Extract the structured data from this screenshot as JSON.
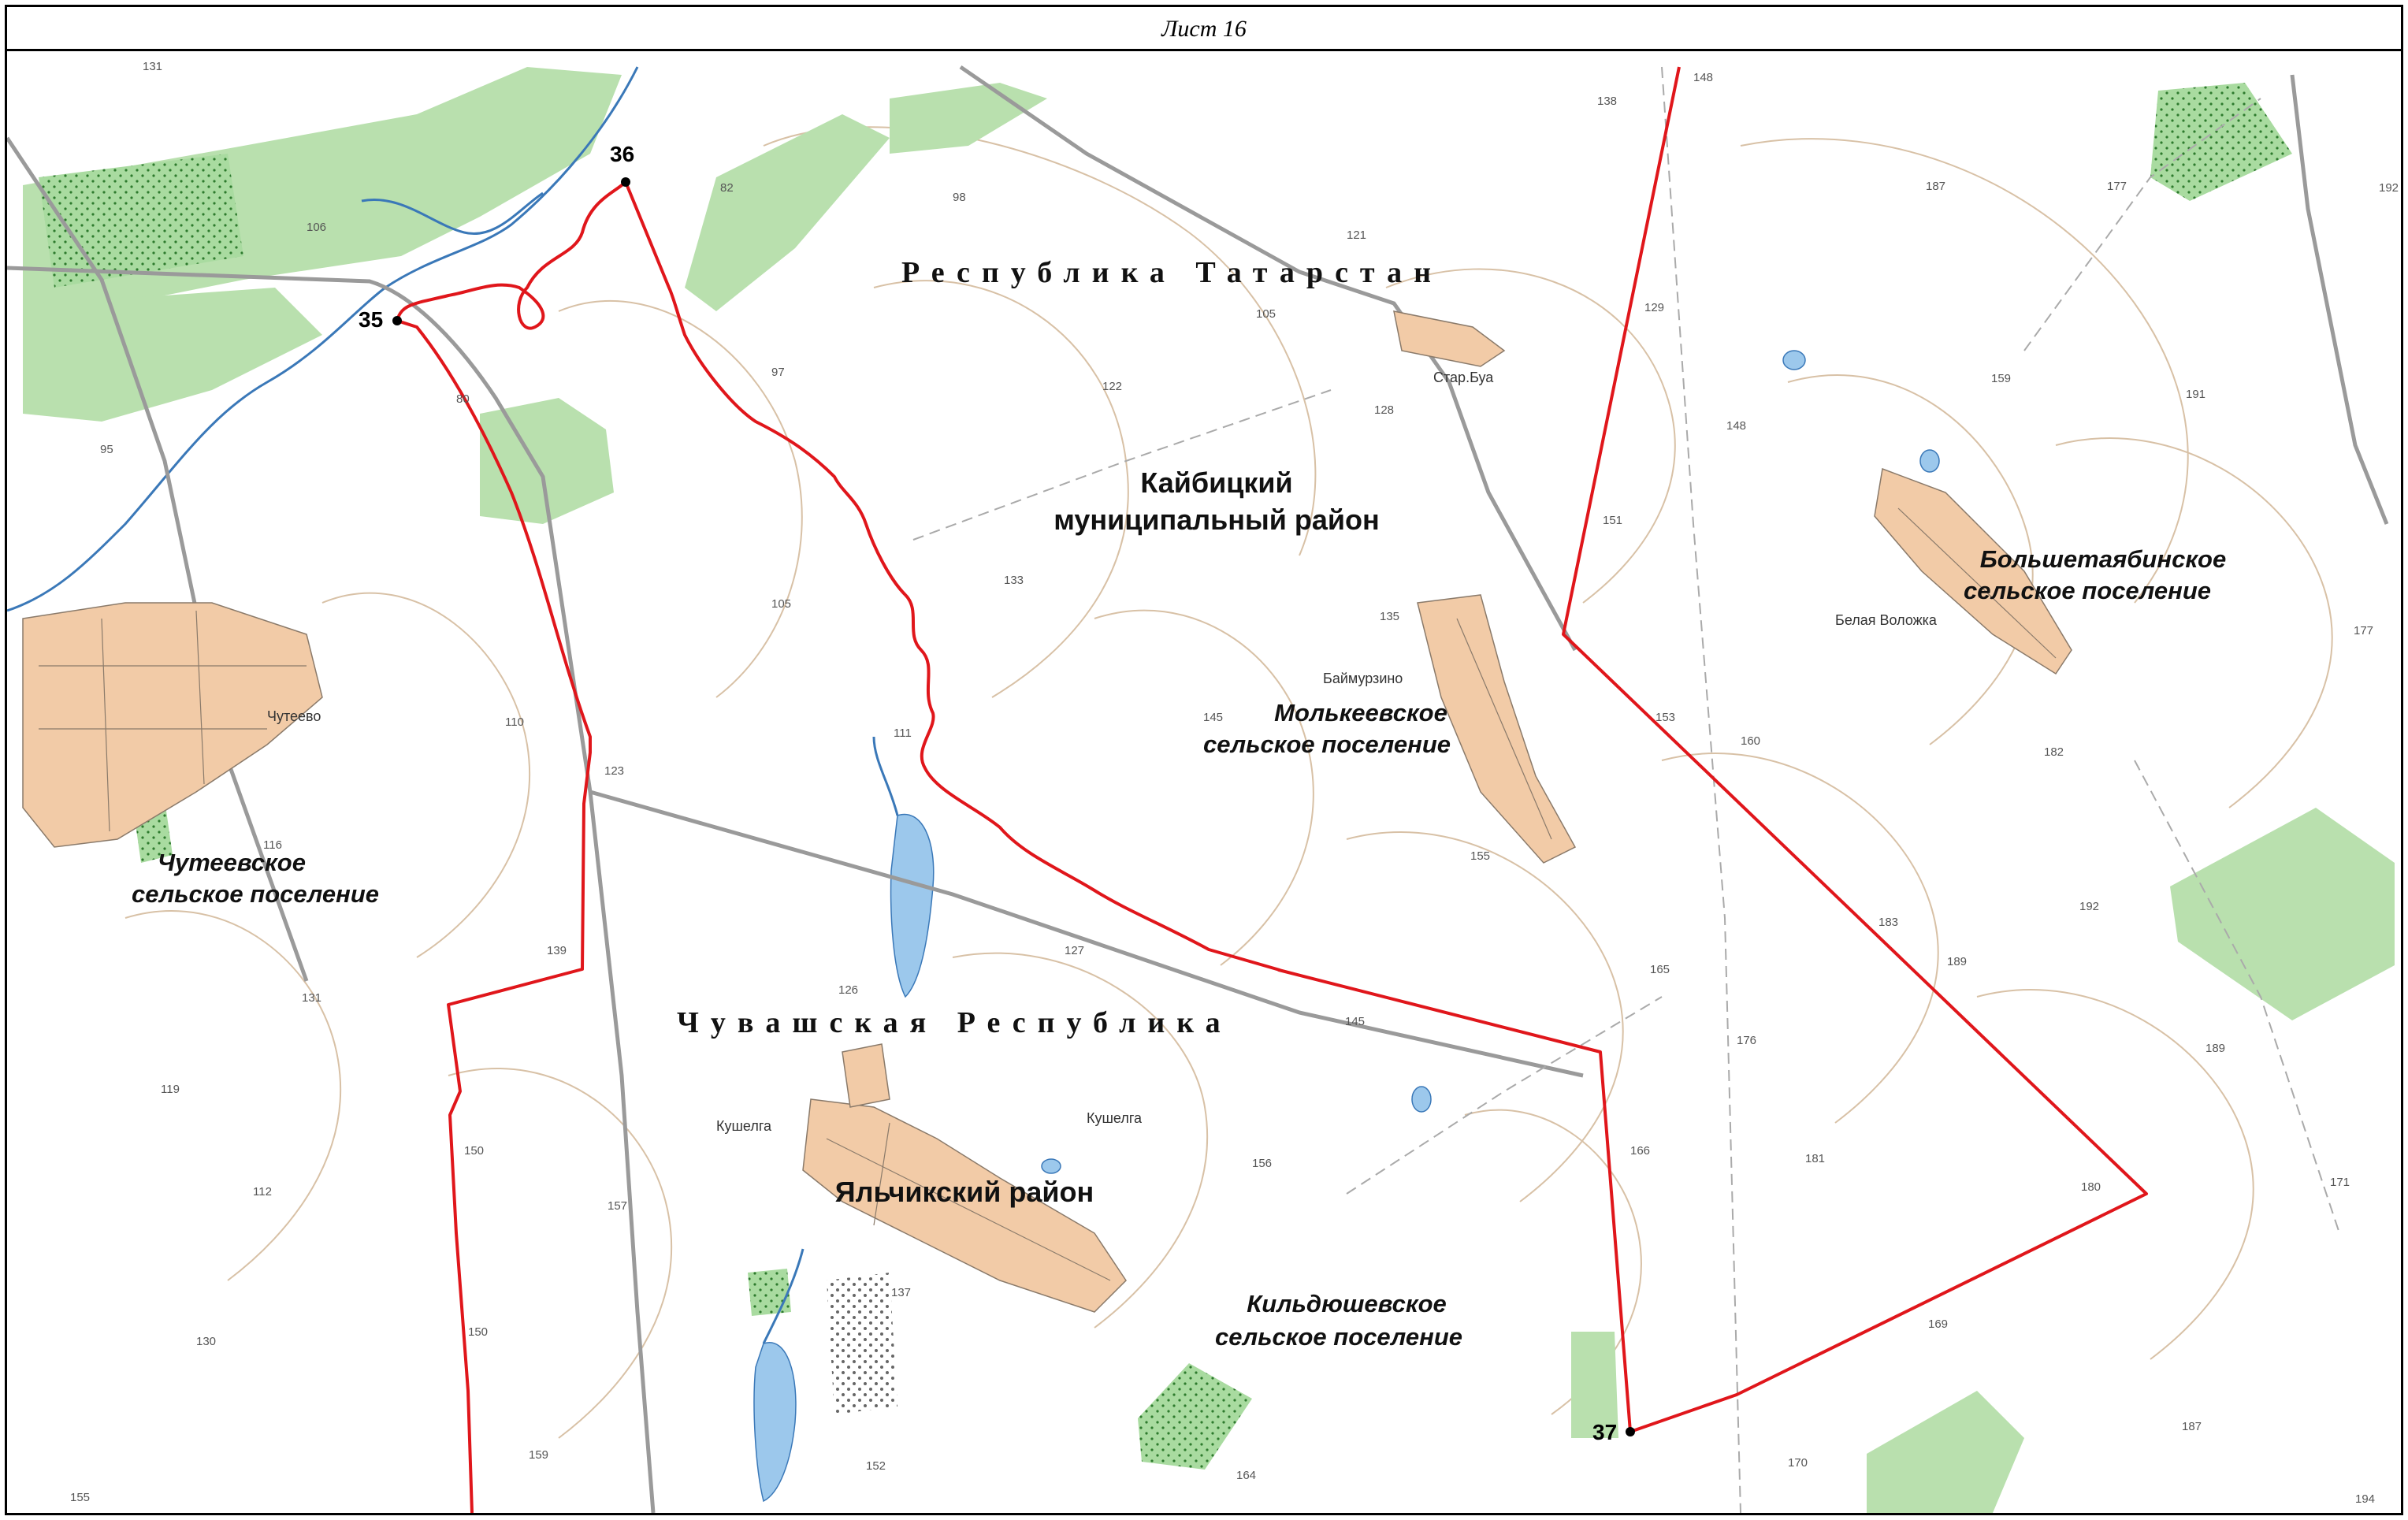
{
  "sheet_title": "Лист 16",
  "colors": {
    "boundary": "#e0161b",
    "forest": "#b9e0ae",
    "forest_dotted": "#9fd49a",
    "water": "#9cc8ec",
    "river": "#3a78b8",
    "contour": "#d8c1a6",
    "road": "#9a9a9a",
    "settlement_fill": "#f2cba7",
    "settlement_stroke": "#8a7a6a"
  },
  "regions": [
    {
      "name": "Республика Татарстан"
    },
    {
      "name": "Чувашская Республика"
    }
  ],
  "districts": [
    {
      "line1": "Кайбицкий",
      "line2": "муниципальный район"
    },
    {
      "line1": "Яльчикский район"
    }
  ],
  "settlements": [
    {
      "line1": "Чутеевское",
      "line2": "сельское поселение"
    },
    {
      "line1": "Молькеевское",
      "line2": "сельское поселение"
    },
    {
      "line1": "Большетаябинское",
      "line2": "сельское поселение"
    },
    {
      "line1": "Кильдюшевское",
      "line2": "сельское поселение"
    }
  ],
  "villages": [
    "Чутеево",
    "Кушелга",
    "Кушелга",
    "Баймурзино",
    "Белая Воложка",
    "Стар.Буа"
  ],
  "boundary_points": [
    {
      "label": "35"
    },
    {
      "label": "36"
    },
    {
      "label": "37"
    }
  ],
  "elevations": [
    "131",
    "106",
    "82",
    "98",
    "148",
    "138",
    "187",
    "177",
    "192",
    "121",
    "105",
    "122",
    "97",
    "80",
    "95",
    "128",
    "129",
    "159",
    "191",
    "148",
    "151",
    "133",
    "105",
    "135",
    "153",
    "160",
    "177",
    "182",
    "110",
    "123",
    "111",
    "145",
    "155",
    "165",
    "176",
    "183",
    "189",
    "192",
    "189",
    "116",
    "139",
    "131",
    "119",
    "126",
    "127",
    "145",
    "166",
    "181",
    "180",
    "171",
    "150",
    "157",
    "112",
    "156",
    "137",
    "130",
    "150",
    "159",
    "152",
    "164",
    "169",
    "170",
    "187",
    "155",
    "194"
  ]
}
